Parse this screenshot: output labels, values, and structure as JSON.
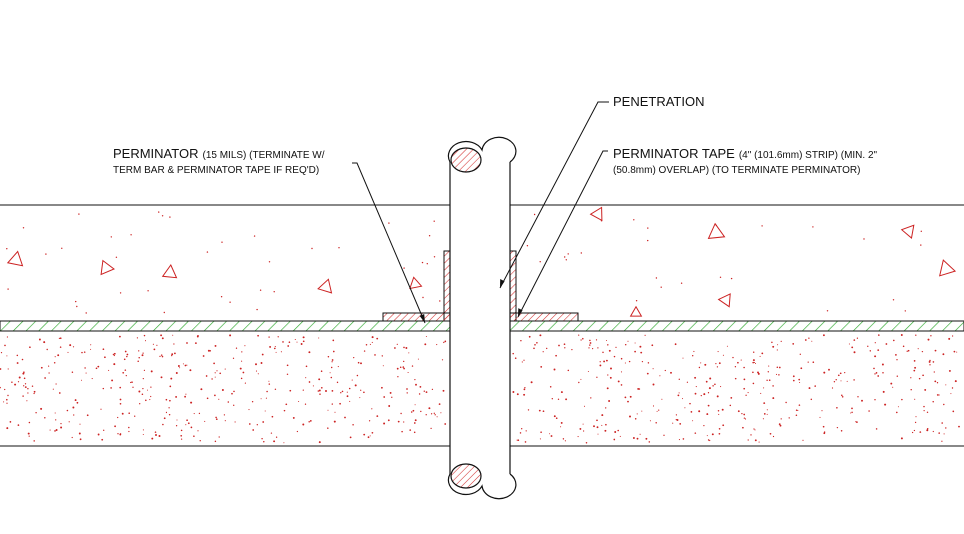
{
  "labels": {
    "penetration": "PENETRATION",
    "perminator_main": "PERMINATOR",
    "perminator_detail_1": "(15 MILS) (TERMINATE W/",
    "perminator_detail_2": "TERM BAR & PERMINATOR TAPE IF REQ'D)",
    "tape_main": "PERMINATOR TAPE",
    "tape_detail_1": "(4\" (101.6mm) STRIP) (MIN. 2\"",
    "tape_detail_2": "(50.8mm) OVERLAP) (TO TERMINATE PERMINATOR)"
  },
  "colors": {
    "line": "#111111",
    "hatch_membrane": "#2ea82e",
    "hatch_tape": "#d23030",
    "aggregate": "#cc2222",
    "background": "#ffffff"
  }
}
